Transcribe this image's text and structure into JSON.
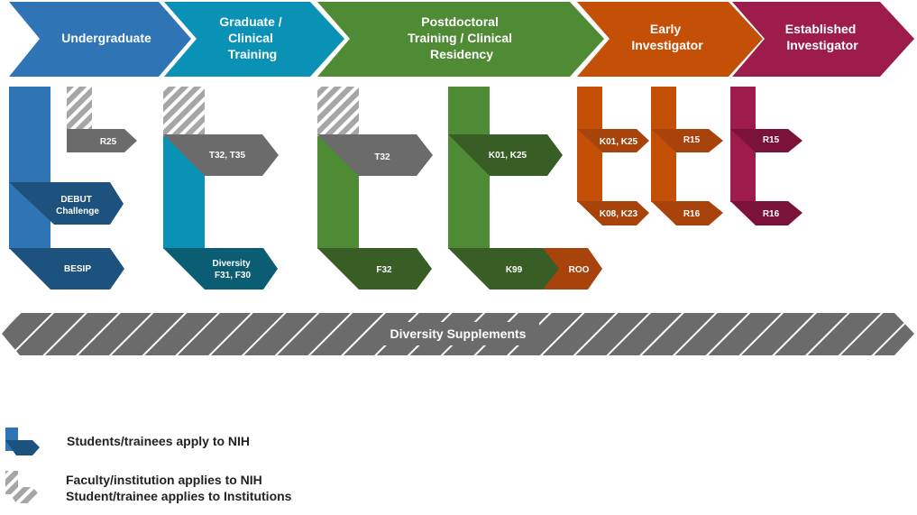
{
  "colors": {
    "undergraduate": "#2f74b5",
    "graduate": "#0991b6",
    "postdoc": "#4f8a35",
    "early": "#c45008",
    "established": "#9d1c4c",
    "grey": "#6b6b6b",
    "hatch": "#a6a6a6"
  },
  "stages": [
    {
      "lines": [
        "Undergraduate"
      ]
    },
    {
      "lines": [
        "Graduate /",
        "Clinical",
        "Training"
      ]
    },
    {
      "lines": [
        "Postdoctoral",
        "Training / Clinical",
        "Residency"
      ]
    },
    {
      "lines": [
        "Early",
        "Investigator"
      ]
    },
    {
      "lines": [
        "Established",
        "Investigator"
      ]
    }
  ],
  "programs": {
    "ug_r25": "R25",
    "ug_debut_1": "DEBUT",
    "ug_debut_2": "Challenge",
    "ug_besip": "BESIP",
    "gr_t32": "T32, T35",
    "gr_div_1": "Diversity",
    "gr_div_2": "F31, F30",
    "pd_t32": "T32",
    "pd_f32": "F32",
    "pd_k01": "K01, K25",
    "pd_k99": "K99",
    "pd_r00": "ROO",
    "ei_k01": "K01, K25",
    "ei_k08": "K08, K23",
    "ei_r15": "R15",
    "ei_r16": "R16",
    "es_r15": "R15",
    "es_r16": "R16"
  },
  "band": {
    "label": "Diversity Supplements"
  },
  "legend": {
    "students_apply": "Students/trainees apply to NIH",
    "faculty_apply": "Faculty/institution applies to NIH",
    "student_institution": "Student/trainee applies to Institutions"
  }
}
